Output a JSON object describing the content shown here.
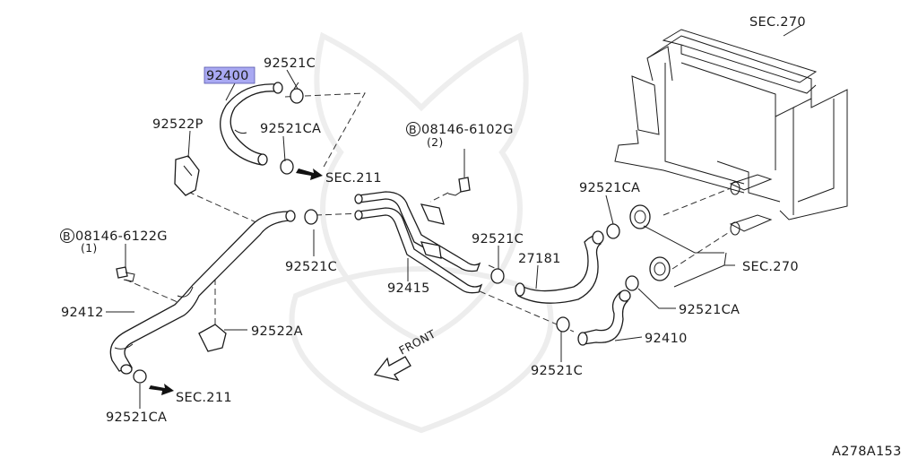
{
  "highlight_color": "#a9a9f2",
  "labels": {
    "p92400": "92400",
    "p92521c_top": "92521C",
    "p92522p": "92522P",
    "p92521ca_top": "92521CA",
    "sec211_top": "SEC.211",
    "bolt_6102g": "08146-6102G",
    "bolt_6102g_qty": "(2)",
    "sec270_top": "SEC.270",
    "p92521ca_right": "92521CA",
    "p92521c_mid": "92521C",
    "p27181": "27181",
    "sec270_mid": "SEC.270",
    "bolt_6122g": "08146-6122G",
    "bolt_6122g_qty": "(1)",
    "p92521c_left": "92521C",
    "p92415": "92415",
    "p92412": "92412",
    "p92522a": "92522A",
    "p92521ca_lower": "92521CA",
    "p92410": "92410",
    "front": "FRONT",
    "p92521c_bottom": "92521C",
    "sec211_bottom": "SEC.211",
    "p92521ca_bottom": "92521CA",
    "diagram_id": "A278A153",
    "bolt_symbol": "B"
  }
}
